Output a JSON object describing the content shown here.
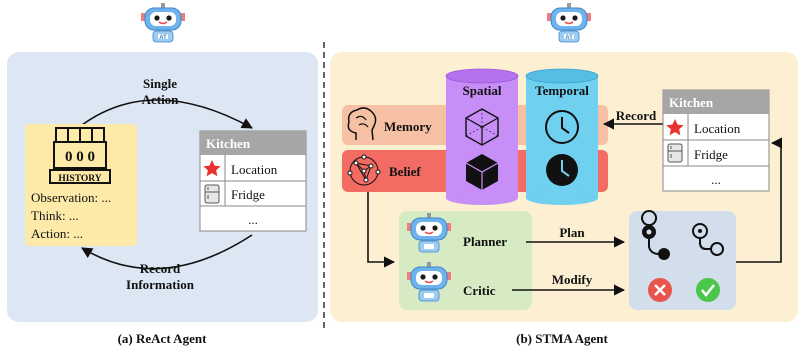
{
  "left_panel": {
    "single_action_line1": "Single",
    "single_action_line2": "Action",
    "record_line1": "Record",
    "record_line2": "Information",
    "history_banner": "HISTORY",
    "history_counter": "0 0 0",
    "history_lines": [
      "Observation: ...",
      "Think: ...",
      "Action: ..."
    ],
    "kitchen": {
      "title": "Kitchen",
      "rows": [
        "Location",
        "Fridge",
        "..."
      ]
    },
    "caption": "(a) ReAct Agent"
  },
  "right_panel": {
    "spatial_label": "Spatial",
    "temporal_label": "Temporal",
    "memory_label": "Memory",
    "belief_label": "Belief",
    "record_label": "Record",
    "kitchen": {
      "title": "Kitchen",
      "rows": [
        "Location",
        "Fridge",
        "..."
      ]
    },
    "planner_label": "Planner",
    "critic_label": "Critic",
    "plan_label": "Plan",
    "modify_label": "Modify",
    "robot_badge": "AT",
    "caption": "(b) STMA Agent"
  },
  "colors": {
    "left_bg": "#dde6f3",
    "right_bg": "#fdf0d2",
    "history_bg": "#fde9a8",
    "memory_bar": "#f6c0a4",
    "belief_bar": "#f26c64",
    "spatial_cyl": "#c78ef7",
    "temporal_cyl": "#6fd0f0",
    "agents_bg": "#d6ebc4",
    "plans_bg": "#d3deed",
    "kitchen_header": "#a6a6a6",
    "star": "#e8322f",
    "reject": "#e8544c",
    "accept": "#4cc64a"
  },
  "icons": [
    "robot-icon",
    "history-icon",
    "star-icon",
    "fridge-icon",
    "brain-icon",
    "network-icon",
    "cube-icon",
    "clock-icon",
    "route-icon",
    "reject-icon",
    "accept-icon"
  ]
}
